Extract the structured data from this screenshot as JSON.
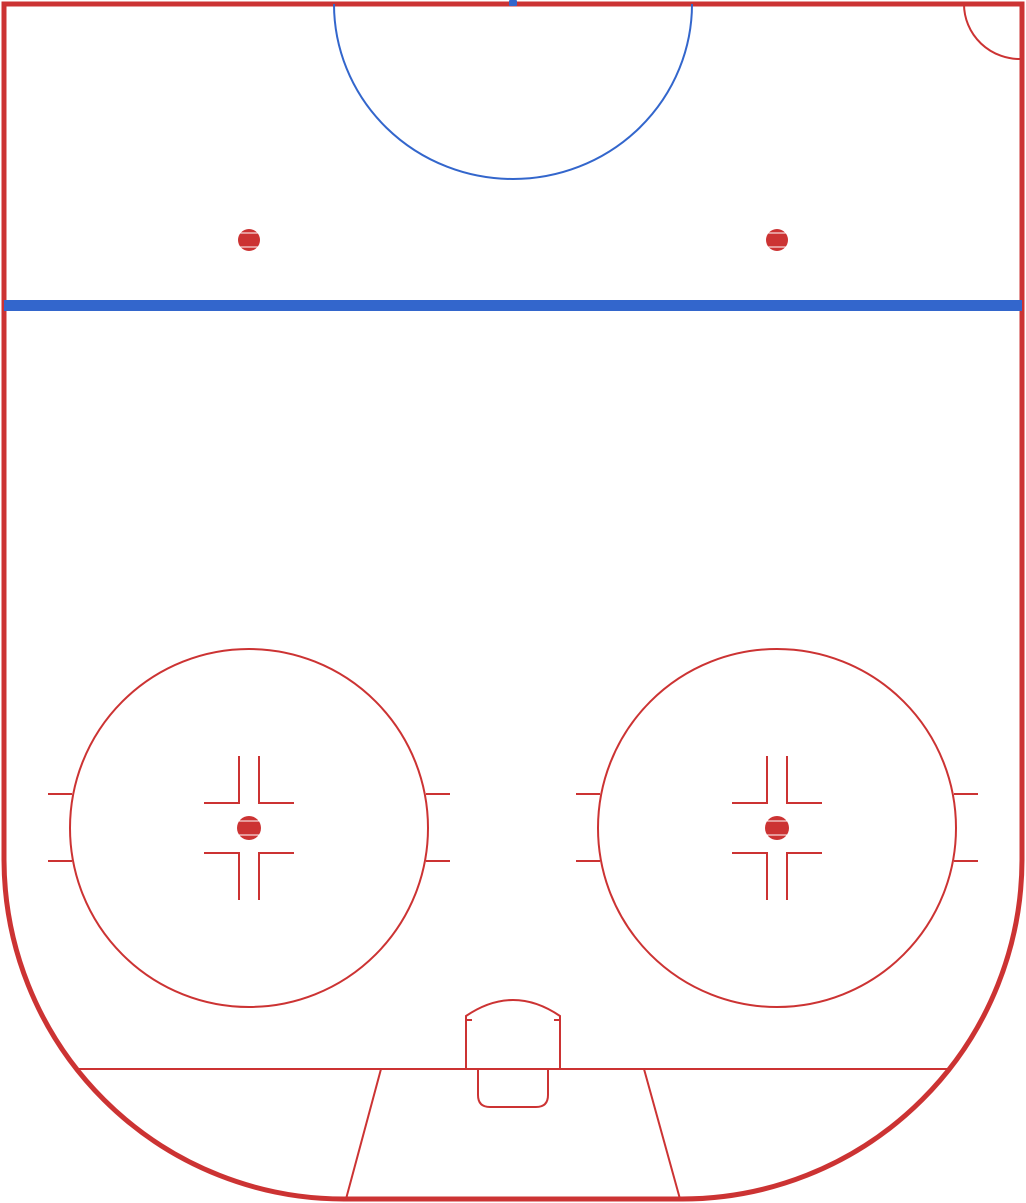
{
  "diagram": {
    "type": "hockey-rink-half",
    "colors": {
      "red": "#cc3333",
      "blue": "#3366cc",
      "ice": "#ffffff"
    },
    "elements": [
      "rink-boards",
      "center-ice-circle",
      "center-ice-spot",
      "referee-crease",
      "blue-line",
      "neutral-zone-faceoff-dot-left",
      "neutral-zone-faceoff-dot-right",
      "faceoff-circle-left",
      "faceoff-circle-right",
      "goal-line",
      "goal-crease",
      "goal-net",
      "trapezoid"
    ]
  }
}
